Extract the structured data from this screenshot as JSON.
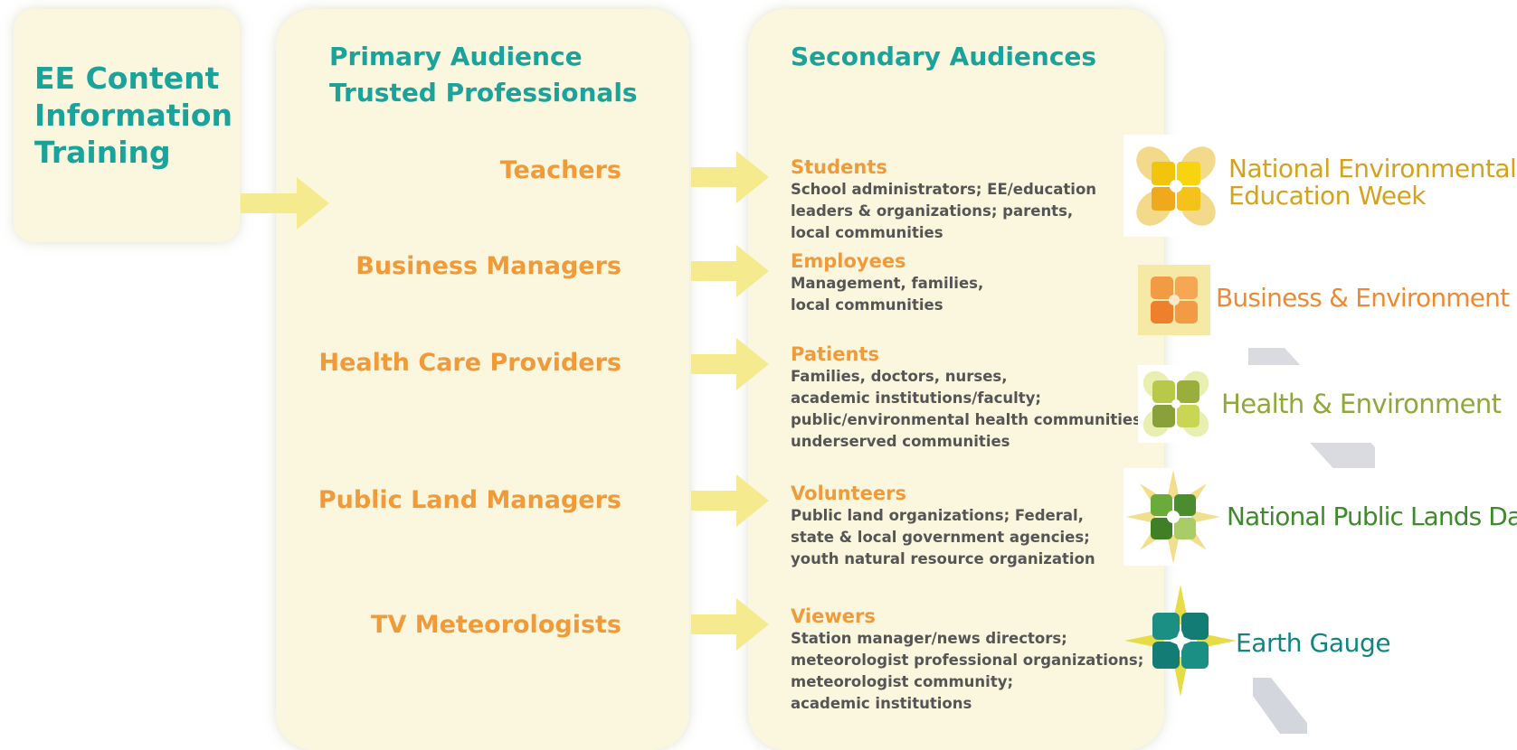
{
  "source": {
    "lines": [
      "EE Content",
      "Information",
      "Training"
    ]
  },
  "primary": {
    "heading_lines": [
      "Primary Audience",
      "Trusted Professionals"
    ],
    "professionals": [
      "Teachers",
      "Business Managers",
      "Health Care Providers",
      "Public Land Managers",
      "TV Meteorologists"
    ]
  },
  "secondary": {
    "heading": "Secondary Audiences",
    "audiences": [
      {
        "title": "Students",
        "lines": [
          "School administrators; EE/education",
          "leaders & organizations; parents,",
          "local communities"
        ]
      },
      {
        "title": "Employees",
        "lines": [
          "Management, families,",
          "local communities"
        ]
      },
      {
        "title": "Patients",
        "lines": [
          "Families, doctors, nurses,",
          "academic institutions/faculty;",
          "public/environmental health communities;",
          "underserved communities"
        ]
      },
      {
        "title": "Volunteers",
        "lines": [
          "Public land organizations; Federal,",
          "state & local government agencies;",
          "youth natural resource organization"
        ]
      },
      {
        "title": "Viewers",
        "lines": [
          "Station manager/news directors;",
          "meteorologist professional organizations;",
          "meteorologist community;",
          "academic institutions"
        ]
      }
    ]
  },
  "logos": {
    "neew": {
      "line1": "National Environmental",
      "line2": "Education Week",
      "color": "#d4a21c",
      "icon": "flower-icon"
    },
    "business": {
      "text": "Business & Environment",
      "color": "#ee8a34",
      "icon": "flower-icon"
    },
    "health": {
      "text": "Health & Environment",
      "color": "#8fa83a",
      "icon": "flower-icon"
    },
    "npld": {
      "text": "National Public Lands Day",
      "color": "#3e8a2c",
      "icon": "sunburst-icon"
    },
    "earthgauge": {
      "text": "Earth Gauge",
      "color": "#12857d",
      "icon": "star-icon"
    }
  },
  "colors": {
    "panel": "#fbf7df",
    "teal": "#1aa39a",
    "orange": "#f09a3a",
    "arrow": "#f5ea8e",
    "desc": "#555555"
  }
}
